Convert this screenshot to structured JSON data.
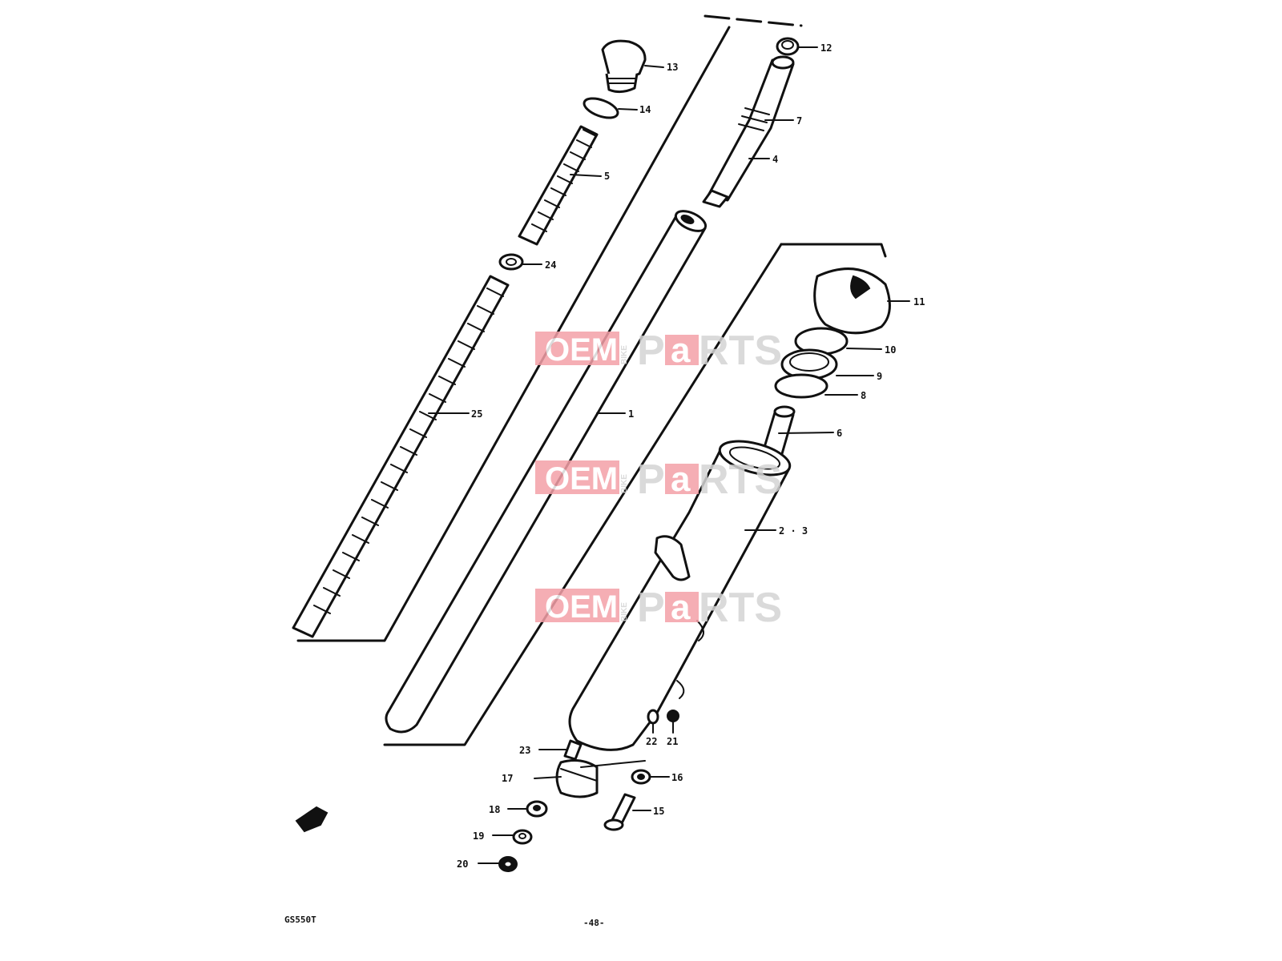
{
  "diagram": {
    "part_labels": {
      "p1": "1",
      "p2_3": "2 · 3",
      "p4": "4",
      "p5": "5",
      "p6": "6",
      "p7": "7",
      "p8": "8",
      "p9": "9",
      "p10": "10",
      "p11": "11",
      "p12": "12",
      "p13": "13",
      "p14": "14",
      "p15": "15",
      "p16": "16",
      "p17": "17",
      "p18": "18",
      "p19": "19",
      "p20": "20",
      "p21": "21",
      "p22": "22",
      "p23": "23",
      "p24": "24",
      "p25": "25"
    },
    "model_code": "GS550T",
    "page_number": "-48-"
  },
  "watermark": {
    "oem": "OEM",
    "bike": "BIKE",
    "parts_p": "P",
    "parts_a": "a",
    "parts_rts": "RTS",
    "brand_color": "#f4a0a8"
  }
}
